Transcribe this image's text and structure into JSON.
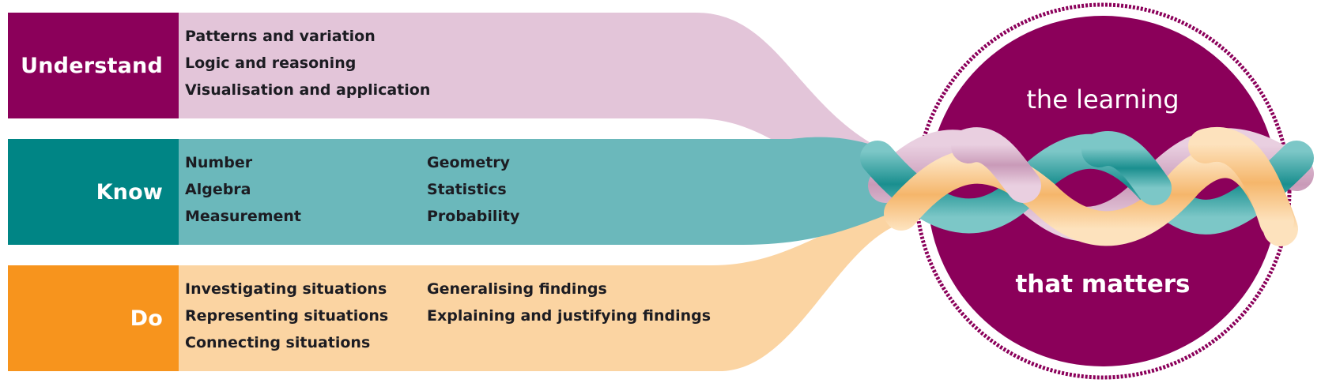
{
  "colors": {
    "understand_dark": "#8b005a",
    "understand_light": "#e3c5d9",
    "know_dark": "#008585",
    "know_light": "#6bb8bb",
    "do_dark": "#f7941d",
    "do_light": "#fbd4a2",
    "circle": "#8b005a"
  },
  "understand": {
    "label": "Understand",
    "items": [
      "Patterns and variation",
      "Logic and reasoning",
      "Visualisation and application"
    ]
  },
  "know": {
    "label": "Know",
    "items_col1": [
      "Number",
      "Algebra",
      "Measurement"
    ],
    "items_col2": [
      "Geometry",
      "Statistics",
      "Probability"
    ]
  },
  "do": {
    "label": "Do",
    "items_col1": [
      "Investigating situations",
      "Representing situations",
      "Connecting situations"
    ],
    "items_col2": [
      "Generalising findings",
      "Explaining and justifying findings"
    ]
  },
  "circle": {
    "top_text": "the learning",
    "bottom_text": "that matters"
  }
}
